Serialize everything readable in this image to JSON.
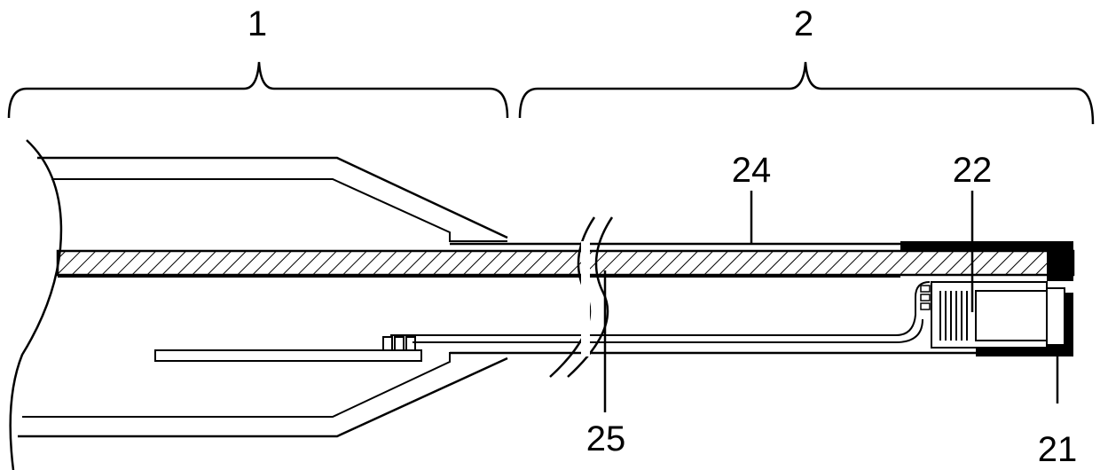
{
  "labels": {
    "section_1": "1",
    "section_2": "2",
    "outer_tube": "24",
    "inner_component": "22",
    "end_cap": "21",
    "core_rod": "25"
  },
  "colors": {
    "line": "#000000",
    "background": "#ffffff",
    "fill_dark": "#000000"
  }
}
